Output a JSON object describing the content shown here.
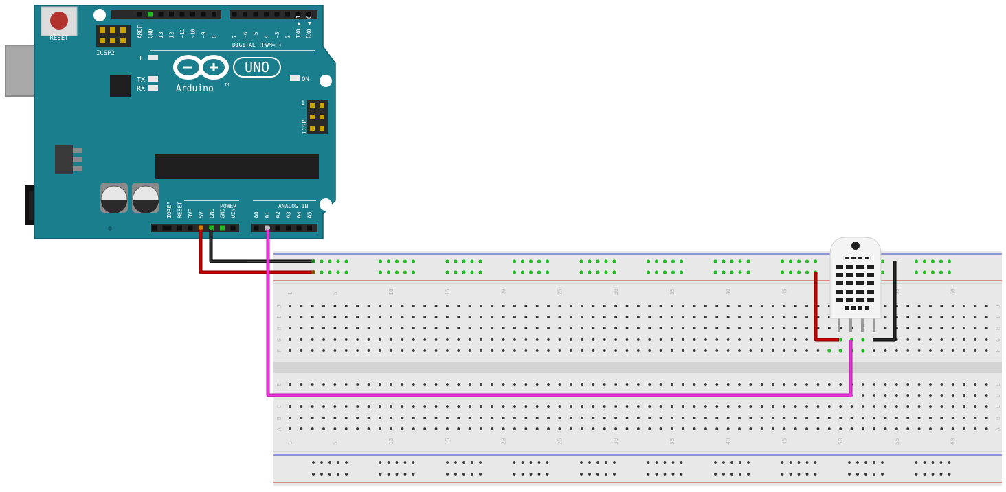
{
  "colors": {
    "board": "#1b7e8c",
    "board_edge": "#0e5f6b",
    "silk": "#ffffff",
    "header": "#2a2a2a",
    "reset_cap": "#b2332e",
    "breadboard": "#e8e8e8",
    "breadboard_mid": "#d6d6d6",
    "rail_red": "#d84a4a",
    "rail_blue": "#5a63c9",
    "hole": "#333333",
    "hole_active": "#22bb22",
    "wire_red": "#cc0000",
    "wire_black": "#1a1a1a",
    "wire_magenta": "#ee33dd",
    "sensor_body": "#f4f4f4",
    "sensor_slot": "#1e1e1e"
  },
  "arduino": {
    "reset_label": "RESET",
    "icsp2_label": "ICSP2",
    "icsp_label": "ICSP",
    "icsp_pin1": "1",
    "logo_text": "Arduino",
    "logo_tm": "TM",
    "uno_label": "UNO",
    "led_l": "L",
    "led_tx": "TX",
    "led_rx": "RX",
    "led_on": "ON",
    "digital_label": "DIGITAL (PWM=~)",
    "power_label": "POWER",
    "analog_label": "ANALOG IN",
    "top_left_pins": [
      "AREF",
      "GND",
      "13",
      "12",
      "~11",
      "~10",
      "~9",
      "8"
    ],
    "top_right_pins": [
      "7",
      "~6",
      "~5",
      "4",
      "~3",
      "2",
      "TX0 ▶ 1",
      "RX0 ◀ 0"
    ],
    "power_pins": [
      "IOREF",
      "RESET",
      "3V3",
      "5V",
      "GND",
      "GND",
      "VIN"
    ],
    "analog_pins": [
      "A0",
      "A1",
      "A2",
      "A3",
      "A4",
      "A5"
    ]
  },
  "breadboard": {
    "upper_row_letters": [
      "J",
      "I",
      "H",
      "G",
      "F"
    ],
    "lower_row_letters": [
      "E",
      "D",
      "C",
      "B",
      "A"
    ],
    "column_numbers": [
      "1",
      "5",
      "10",
      "15",
      "20",
      "25",
      "30",
      "35",
      "40",
      "45",
      "50",
      "55",
      "60"
    ]
  },
  "sensor": {
    "model": "DHT22",
    "pin_count": 4
  }
}
